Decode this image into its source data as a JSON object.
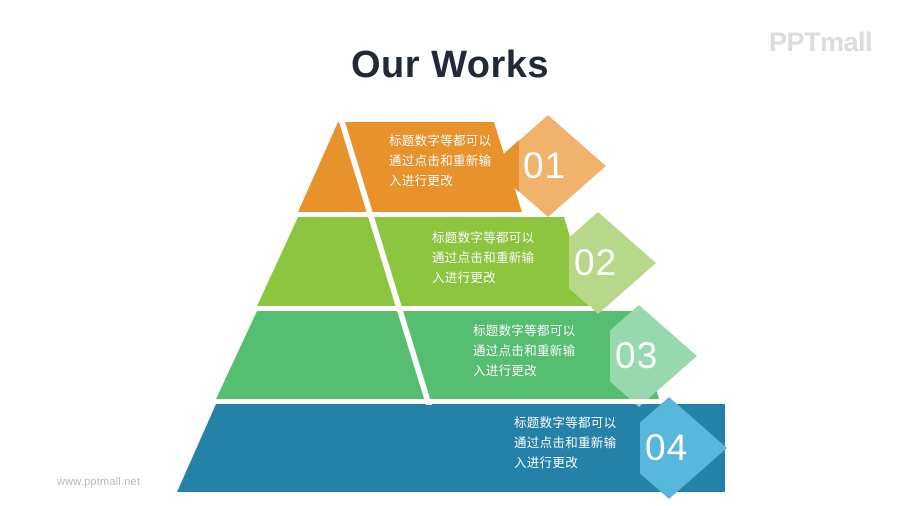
{
  "header": {
    "title": "Our Works",
    "brand_logo": "PPTmall",
    "title_color": "#222a35",
    "logo_color": "#dcdcdc"
  },
  "footer": {
    "url": "www.pptmall.net",
    "color": "#b8b8b8"
  },
  "chart_data": {
    "type": "pyramid",
    "title": "Our Works",
    "levels": 4,
    "orientation": "top-to-bottom",
    "tiers": [
      {
        "number": "01",
        "lines": [
          "标题数字等都可以",
          "通过点击和重新输",
          "入进行更改"
        ],
        "tier_color": "#E8922C",
        "badge_color": "#F0B36B",
        "text_color": "#ffffff"
      },
      {
        "number": "02",
        "lines": [
          "标题数字等都可以",
          "通过点击和重新输",
          "入进行更改"
        ],
        "tier_color": "#8CC63F",
        "badge_color": "#B7D88A",
        "text_color": "#ffffff"
      },
      {
        "number": "03",
        "lines": [
          "标题数字等都可以",
          "通过点击和重新输",
          "入进行更改"
        ],
        "tier_color": "#56BE70",
        "badge_color": "#97D8AE",
        "text_color": "#ffffff"
      },
      {
        "number": "04",
        "lines": [
          "标题数字等都可以",
          "通过点击和重新输",
          "入进行更改"
        ],
        "tier_color": "#2481A8",
        "badge_color": "#57B7DC",
        "text_color": "#ffffff"
      }
    ]
  }
}
